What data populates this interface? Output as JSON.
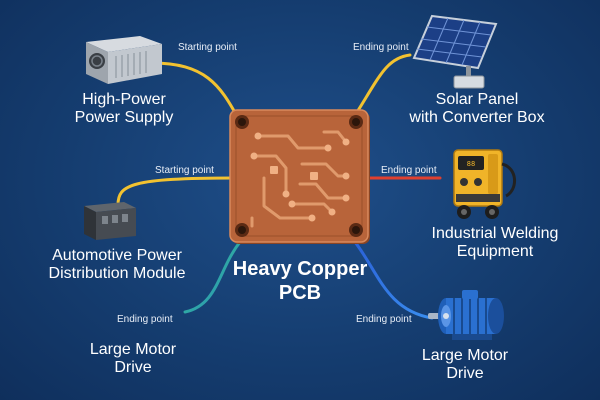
{
  "center": {
    "line1": "Heavy Copper",
    "line2": "PCB"
  },
  "devices": {
    "power_supply": {
      "line1": "High-Power",
      "line2": "Power Supply",
      "point": "Starting point"
    },
    "solar_panel": {
      "line1": "Solar Panel",
      "line2": "with Converter Box",
      "point": "Ending point"
    },
    "automotive": {
      "line1": "Automotive Power",
      "line2": "Distribution Module",
      "point": "Starting point"
    },
    "welding": {
      "line1": "Industrial Welding",
      "line2": "Equipment",
      "point": "Ending point"
    },
    "motor_left": {
      "line1": "Large Motor",
      "line2": "Drive",
      "point": "Ending point"
    },
    "motor_right": {
      "line1": "Large Motor",
      "line2": "Drive",
      "point": "Ending point"
    }
  },
  "colors": {
    "background": "#153d70",
    "copper": "#b8643a",
    "wire_yellow": "#f2c230",
    "wire_red": "#e0402f",
    "wire_blue": "#2f7be0",
    "wire_green": "#2fae7a"
  },
  "icons": [
    "power-supply-icon",
    "solar-panel-icon",
    "junction-box-icon",
    "welder-icon",
    "electric-motor-icon"
  ]
}
